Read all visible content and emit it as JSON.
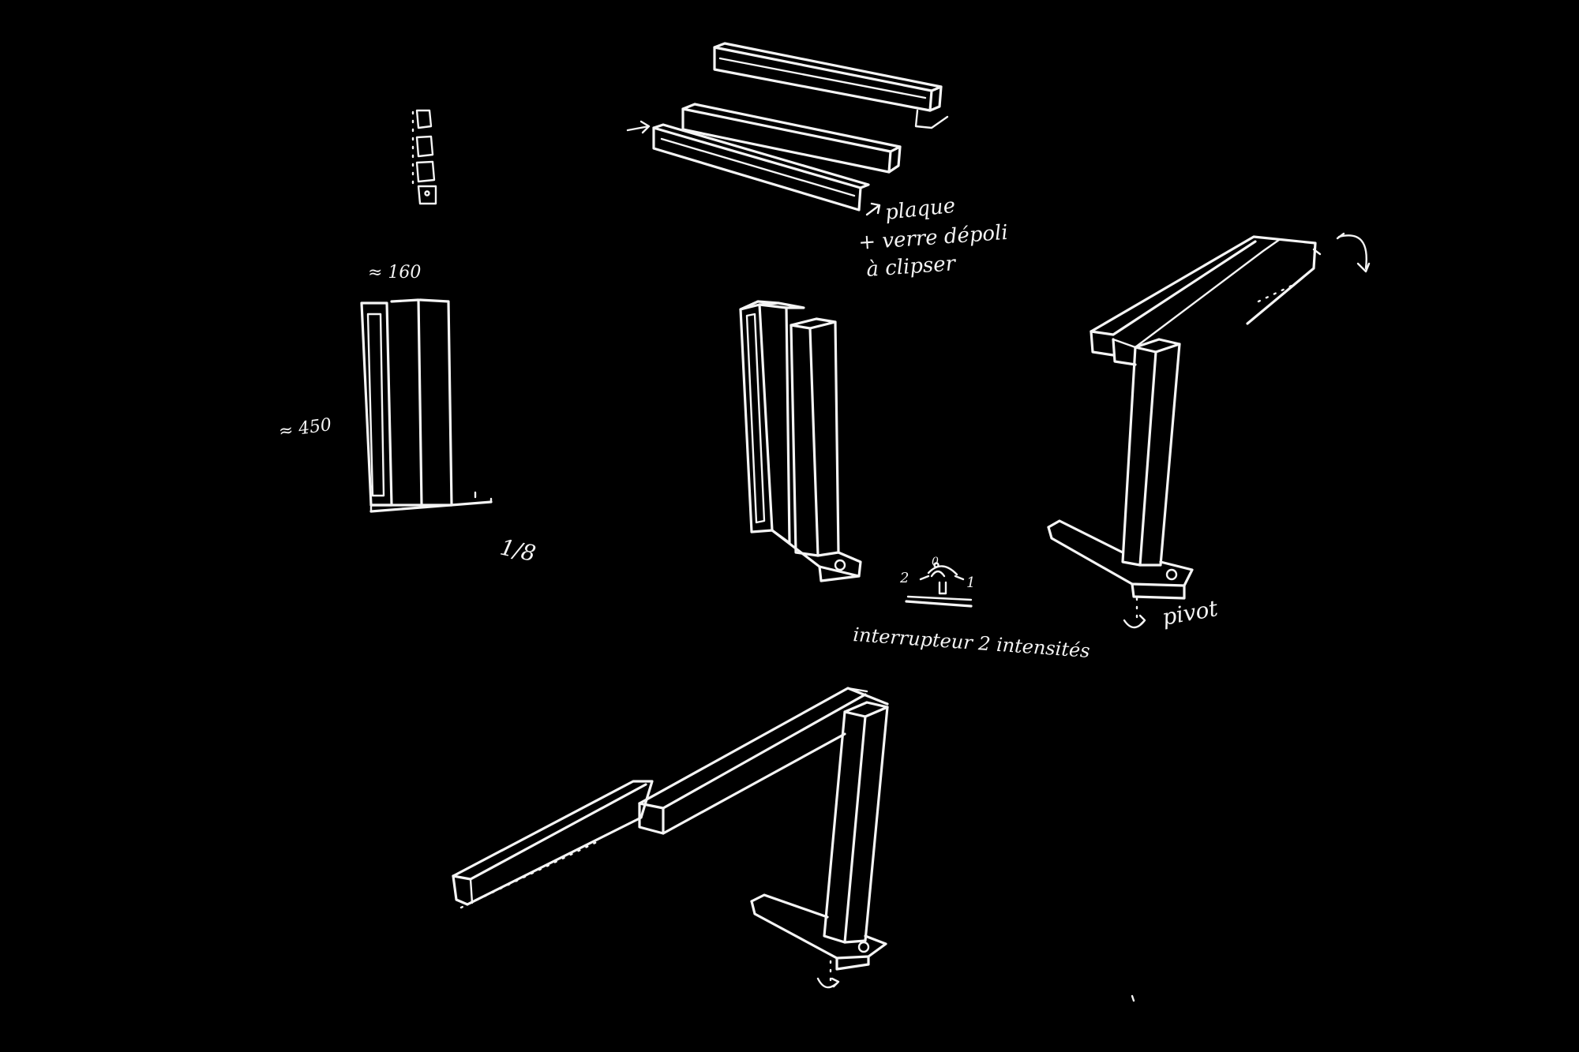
{
  "background_color": "#000000",
  "ink_color": "#f4f4f4",
  "annotations": {
    "plaque_line1": "plaque",
    "plaque_line2": "+ verre dépoli",
    "plaque_line3": "à clipser",
    "width_dim": "≈ 160",
    "height_dim": "≈ 450",
    "scale": "1/8",
    "switch_left": "2",
    "switch_top": "0",
    "switch_right": "1",
    "switch_caption": "interrupteur 2 intensités",
    "pivot": "pivot"
  }
}
